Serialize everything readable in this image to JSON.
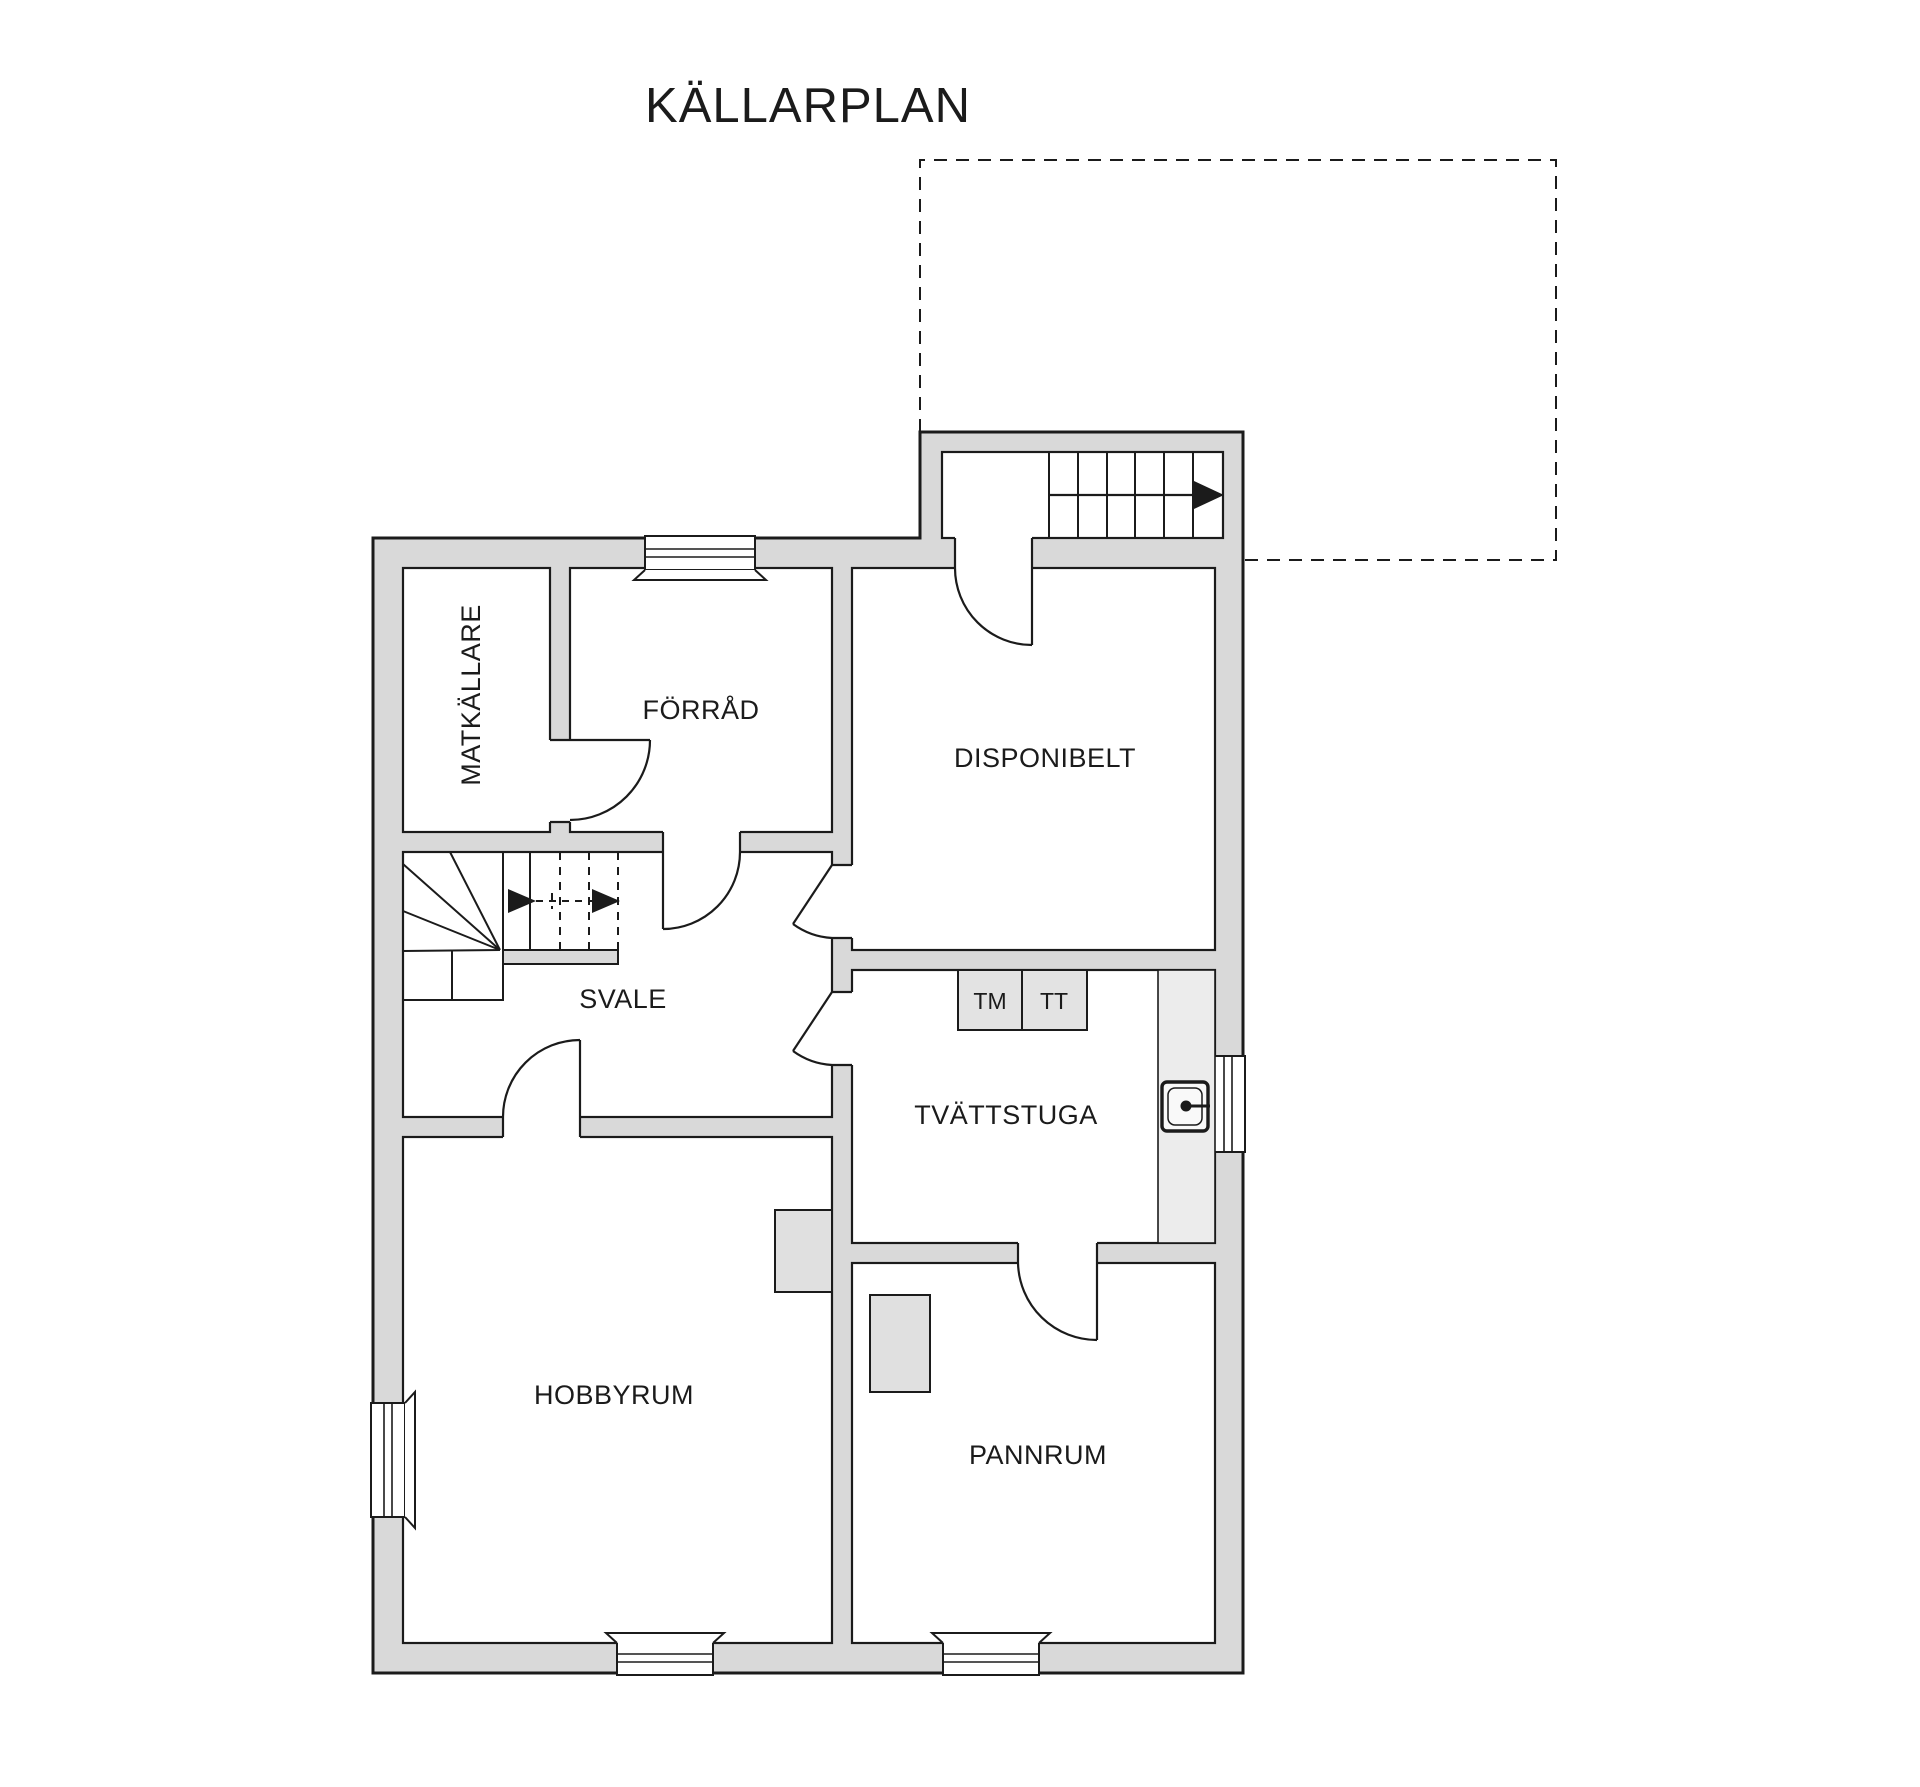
{
  "title": "KÄLLARPLAN",
  "colors": {
    "wall_fill": "#d9d9d9",
    "outline": "#1b1b1b",
    "room_fill": "#ffffff",
    "fixture_fill": "#e3e3e3",
    "counter_fill": "#ececec"
  },
  "rooms": [
    {
      "id": "matkallare",
      "label": "MATKÄLLARE"
    },
    {
      "id": "forrad",
      "label": "FÖRRÅD"
    },
    {
      "id": "disponibelt",
      "label": "DISPONIBELT"
    },
    {
      "id": "svale",
      "label": "SVALE"
    },
    {
      "id": "tvattstuga",
      "label": "TVÄTTSTUGA"
    },
    {
      "id": "hobbyrum",
      "label": "HOBBYRUM"
    },
    {
      "id": "pannrum",
      "label": "PANNRUM"
    }
  ],
  "appliances": {
    "tm": "TM",
    "tt": "TT"
  }
}
